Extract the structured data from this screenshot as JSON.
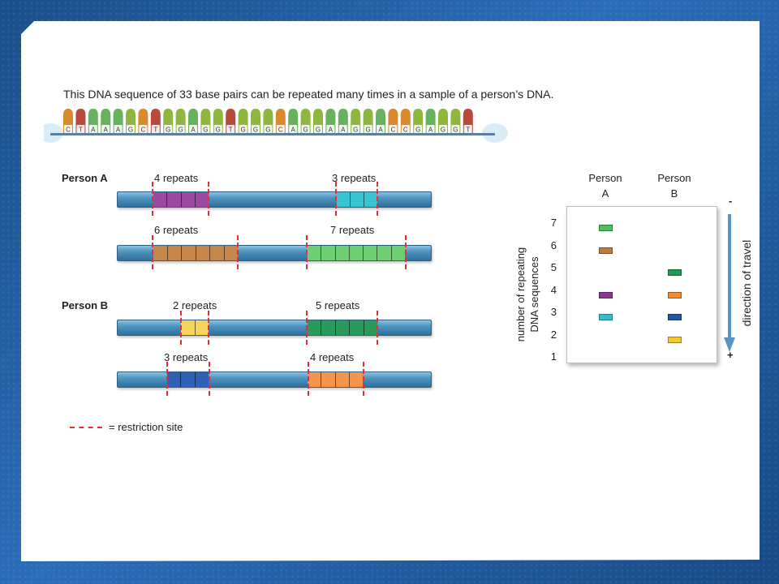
{
  "heading": "This DNA sequence of 33 base pairs can be repeated many times in a sample of a person’s DNA.",
  "sequence": [
    "C",
    "T",
    "A",
    "A",
    "A",
    "G",
    "C",
    "T",
    "G",
    "G",
    "A",
    "G",
    "G",
    "T",
    "G",
    "G",
    "G",
    "C",
    "A",
    "G",
    "G",
    "A",
    "A",
    "G",
    "G",
    "A",
    "C",
    "C",
    "G",
    "A",
    "G",
    "G",
    "T"
  ],
  "base_colors": {
    "A": "#67b25c",
    "C": "#d98a2c",
    "G": "#8fb63e",
    "T": "#b84a3c"
  },
  "persons": {
    "a": {
      "label": "Person A",
      "chromosomes": [
        {
          "left_label": "4 repeats",
          "right_label": "3 repeats"
        },
        {
          "left_label": "6 repeats",
          "right_label": "7 repeats"
        }
      ]
    },
    "b": {
      "label": "Person B",
      "chromosomes": [
        {
          "left_label": "2 repeats",
          "right_label": "5 repeats"
        },
        {
          "left_label": "3 repeats",
          "right_label": "4 repeats"
        }
      ]
    }
  },
  "legend": {
    "text": "= restriction site",
    "color": "#e0313a"
  },
  "gel": {
    "col_a_line1": "Person",
    "col_a_line2": "A",
    "col_b_line1": "Person",
    "col_b_line2": "B",
    "ylabel_line1": "number of repeating",
    "ylabel_line2": "DNA sequences",
    "y_ticks": [
      "7",
      "6",
      "5",
      "4",
      "3",
      "2",
      "1"
    ],
    "minus": "-",
    "plus": "+",
    "direction": "direction of travel",
    "bands": {
      "a": [
        {
          "repeats": 7,
          "color": "#4bbf5b"
        },
        {
          "repeats": 6,
          "color": "#b97d3e"
        },
        {
          "repeats": 4,
          "color": "#8a3a8e"
        },
        {
          "repeats": 3,
          "color": "#2ec0cf"
        }
      ],
      "b": [
        {
          "repeats": 5,
          "color": "#1f9a5a"
        },
        {
          "repeats": 4,
          "color": "#f28c2f"
        },
        {
          "repeats": 3,
          "color": "#1f56a8"
        },
        {
          "repeats": 2,
          "color": "#f4c730"
        }
      ]
    }
  }
}
